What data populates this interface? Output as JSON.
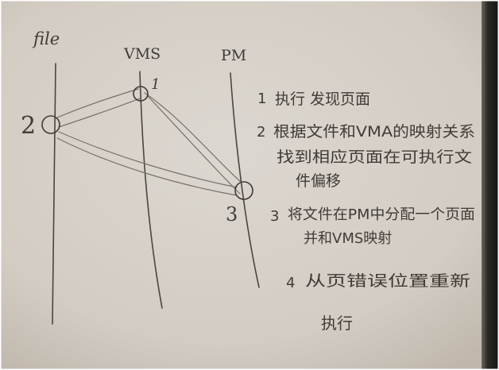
{
  "diagram": {
    "columns": [
      {
        "id": "file",
        "label": "file"
      },
      {
        "id": "vms",
        "label": "VMS"
      },
      {
        "id": "pm",
        "label": "PM"
      }
    ],
    "markers": [
      {
        "id": "file-node",
        "number": "2"
      },
      {
        "id": "vms-node",
        "number": "1"
      },
      {
        "id": "pm-node",
        "number": "3"
      }
    ]
  },
  "notes": [
    {
      "number": "1",
      "text": "执行 发现页面"
    },
    {
      "number": "2",
      "text": "根据文件和VMA的映射关系",
      "continuation": [
        "找到相应页面在可执行文",
        "件偏移"
      ]
    },
    {
      "number": "3",
      "text": "将文件在PM中分配一个页面",
      "continuation": [
        "并和VMS映射"
      ]
    },
    {
      "number": "4",
      "text": "从页错误位置重新",
      "continuation": [
        "执行"
      ]
    }
  ],
  "colors": {
    "paper": "#d9d3cb",
    "paper_edge": "#c8c1b6",
    "pencil": "#3e3a36",
    "binding": "#262626"
  }
}
